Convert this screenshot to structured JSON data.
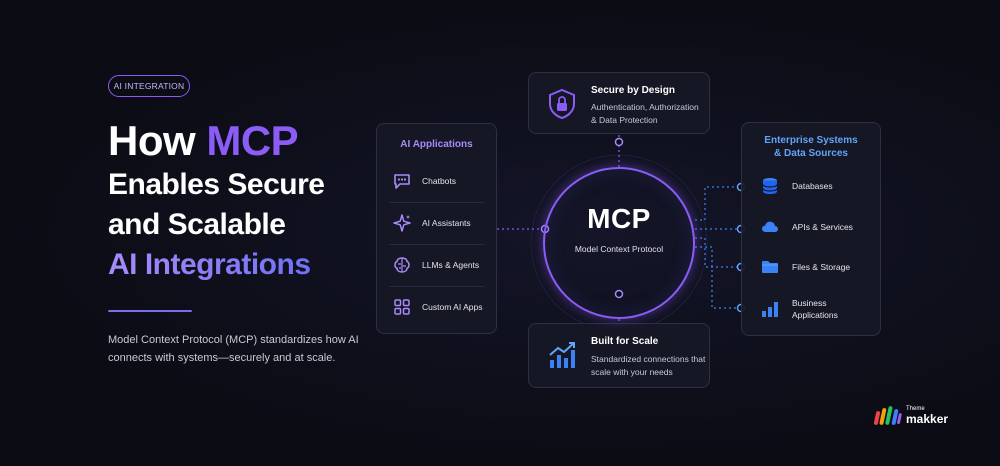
{
  "tag": "AI INTEGRATION",
  "headline": {
    "line1_pre": "How ",
    "line1_accent": "MCP",
    "line2": "Enables Secure",
    "line3": "and Scalable",
    "line4": "AI Integrations"
  },
  "subtext": "Model Context Protocol (MCP) standardizes how AI connects with systems—securely and at scale.",
  "hub": {
    "title": "MCP",
    "subtitle": "Model Context Protocol"
  },
  "top_box": {
    "title": "Secure by Design",
    "description": "Authentication, Authorization & Data Protection",
    "icon": "shield-lock-icon"
  },
  "bottom_box": {
    "title": "Built for Scale",
    "description": "Standardized connections that scale with your needs",
    "icon": "growth-chart-icon"
  },
  "left_panel": {
    "title": "AI Applications",
    "items": [
      {
        "label": "Chatbots",
        "icon": "chat-bubble-icon"
      },
      {
        "label": "AI Assistants",
        "icon": "sparkle-icon"
      },
      {
        "label": "LLMs & Agents",
        "icon": "brain-icon"
      },
      {
        "label": "Custom AI Apps",
        "icon": "app-grid-icon"
      }
    ]
  },
  "right_panel": {
    "title_line1": "Enterprise Systems",
    "title_line2": "& Data Sources",
    "items": [
      {
        "label": "Databases",
        "icon": "database-icon"
      },
      {
        "label": "APIs & Services",
        "icon": "cloud-icon"
      },
      {
        "label": "Files & Storage",
        "icon": "folder-icon"
      },
      {
        "label_line1": "Business",
        "label_line2": "Applications",
        "icon": "bar-chart-icon"
      }
    ]
  },
  "logo": {
    "small": "Theme",
    "big": "makker"
  },
  "colors": {
    "accent_purple": "#8b5cf6",
    "accent_blue": "#3b82f6",
    "background": "#0b0c14"
  }
}
